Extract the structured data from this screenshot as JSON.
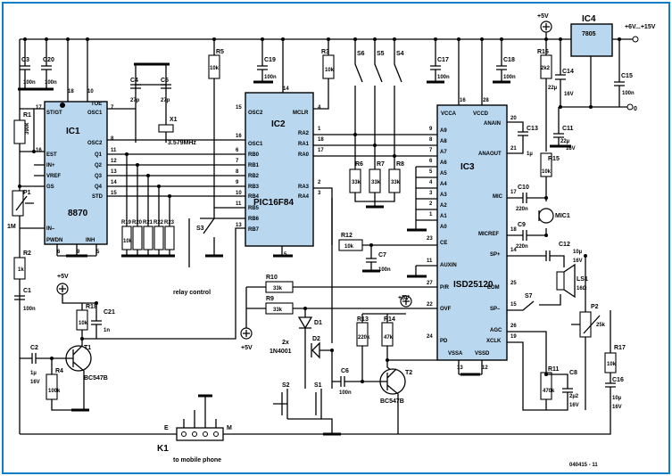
{
  "ics": {
    "ic1": {
      "name": "IC1",
      "part": "8870"
    },
    "ic2": {
      "name": "IC2",
      "part": "PIC16F84"
    },
    "ic3": {
      "name": "IC3",
      "part": "ISD25120"
    },
    "ic4": {
      "name": "IC4",
      "part": "7805"
    }
  },
  "ic1_pins_left": [
    "ST/GT",
    "EST",
    "IN+",
    "VREF",
    "GS",
    "IN–",
    "PWDN"
  ],
  "ic1_pins_right": [
    "TOE",
    "OSC1",
    "OSC2",
    "Q1",
    "Q2",
    "Q3",
    "Q4",
    "STD",
    "INH"
  ],
  "ic2_pins_left": [
    "OSC2",
    "OSC1",
    "RB0",
    "RB1",
    "RB2",
    "RB3",
    "RB4",
    "RB5",
    "RB6",
    "RB7"
  ],
  "ic2_pins_right": [
    "MCLR",
    "RA2",
    "RA1",
    "RA0",
    "RA3",
    "RA4"
  ],
  "ic3_pins_left": [
    "A9",
    "A8",
    "A7",
    "A6",
    "A5",
    "A4",
    "A3",
    "A2",
    "A1",
    "A0",
    "CE",
    "AUXIN",
    "P/R",
    "OVF",
    "PD"
  ],
  "ic3_pins_right": [
    "VCCA",
    "VCCD",
    "ANAIN",
    "ANAOUT",
    "MIC",
    "MICREF",
    "SP+",
    "EOM",
    "SP–",
    "AGC",
    "XCLK",
    "VSSA",
    "VSSD"
  ],
  "supply": {
    "vcc": "+5V",
    "vin": "+6V...+15V",
    "zero": "0"
  },
  "components": {
    "c3": "C3",
    "c3v": "100n",
    "c20": "C20",
    "c20v": "100n",
    "r1": "R1",
    "r1v": "390k",
    "p1": "P1",
    "p1v": "1M",
    "r2": "R2",
    "r2v": "1k",
    "c1": "C1",
    "c1v": "100n",
    "c4": "C4",
    "c4v": "27p",
    "c5": "C5",
    "c5v": "27p",
    "x1": "X1",
    "x1v": "3.579MHz",
    "r5": "R5",
    "r5v": "10k",
    "c19": "C19",
    "c19v": "100n",
    "r3": "R3",
    "r3v": "10k",
    "s6": "S6",
    "s5": "S5",
    "s4": "S4",
    "r6": "R6",
    "r7": "R7",
    "r8": "R8",
    "r6v": "33k",
    "r7v": "33k",
    "r8v": "33k",
    "c17": "C17",
    "c17v": "100n",
    "c18": "C18",
    "c18v": "100n",
    "r16": "R16",
    "r16v": "2k2",
    "c14": "C14",
    "c14v1": "22µ",
    "c14v2": "16V",
    "c15": "C15",
    "c15v": "100n",
    "c13": "C13",
    "c13v": "1µ",
    "c11": "C11",
    "c11v1": "22µ",
    "c11v2": "16V",
    "r15": "R15",
    "r15v": "10k",
    "c10": "C10",
    "c10v": "220n",
    "c9": "C9",
    "c9v": "220n",
    "mic1": "MIC1",
    "r19": "R19",
    "r20": "R20",
    "r21": "R21",
    "r22": "R22",
    "r23": "R23",
    "rbv": "10k",
    "s3": "S3",
    "relay": "relay control",
    "r12": "R12",
    "r12v": "10k",
    "c7": "C7",
    "c7v": "100n",
    "c12": "C12",
    "c12v1": "10µ",
    "c12v2": "16V",
    "ls1": "LS1",
    "ls1v": "16Ω",
    "s7": "S7",
    "r18": "R18",
    "r18v": "10k",
    "c21": "C21",
    "c21v": "1n",
    "t1": "T1",
    "t1v": "BC547B",
    "c2": "C2",
    "c2v1": "1µ",
    "c2v2": "16V",
    "r4": "R4",
    "r4v": "100k",
    "r10": "R10",
    "r10v": "33k",
    "r9": "R9",
    "r9v": "33k",
    "d1": "D1",
    "d2": "D2",
    "dv1": "2x",
    "dv2": "1N4001",
    "r13": "R13",
    "r13v": "220k",
    "r14": "R14",
    "r14v": "47k",
    "s2": "S2",
    "s1": "S1",
    "c6": "C6",
    "c6v": "100n",
    "t2": "T2",
    "t2v": "BC547B",
    "p2": "P2",
    "p2v": "25k",
    "r17": "R17",
    "r17v": "10k",
    "r11": "R11",
    "r11v": "470k",
    "c8": "C8",
    "c8v1": "2µ2",
    "c8v2": "16V",
    "c16": "C16",
    "c16v1": "10µ",
    "c16v2": "16V",
    "k1": "K1",
    "k1e": "E",
    "k1m": "M",
    "k1v": "to mobile phone"
  },
  "pin_numbers": {
    "ic1": [
      "17",
      "18",
      "10",
      "7",
      "8",
      "16",
      "11",
      "12",
      "13",
      "14",
      "15",
      "5",
      "9",
      "6",
      "4"
    ],
    "ic2": [
      "15",
      "14",
      "16",
      "4",
      "18",
      "1",
      "17",
      "6",
      "7",
      "8",
      "9",
      "10",
      "11",
      "12",
      "13",
      "2",
      "3",
      "5"
    ],
    "ic3": [
      "16",
      "28",
      "9",
      "8",
      "7",
      "6",
      "5",
      "4",
      "3",
      "2",
      "1",
      "23",
      "11",
      "27",
      "22",
      "24",
      "20",
      "21",
      "17",
      "18",
      "14",
      "25",
      "15",
      "26",
      "19",
      "13",
      "12"
    ]
  },
  "figure_code": "040415 - 11"
}
